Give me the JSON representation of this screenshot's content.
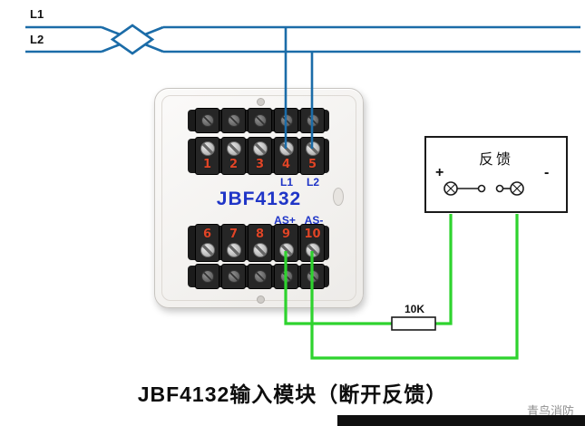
{
  "bus": {
    "l1_label": "L1",
    "l2_label": "L2"
  },
  "module": {
    "name": "JBF4132",
    "terminal_numbers_top": [
      "1",
      "2",
      "3",
      "4",
      "5"
    ],
    "terminal_numbers_bottom": [
      "6",
      "7",
      "8",
      "9",
      "10"
    ],
    "terminal4_label": "L1",
    "terminal5_label": "L2",
    "as_plus_label": "AS+",
    "as_minus_label": "AS-"
  },
  "feedback": {
    "title": "反馈",
    "plus": "+",
    "minus": "-"
  },
  "resistor_label": "10K",
  "caption": "JBF4132输入模块（断开反馈）",
  "watermark": "青鸟消防",
  "colors": {
    "wire_blue": "#1b6ca8",
    "wire_green": "#2ed32e",
    "terminal_number_red": "#e04527",
    "module_label_blue": "#1f35c7"
  }
}
